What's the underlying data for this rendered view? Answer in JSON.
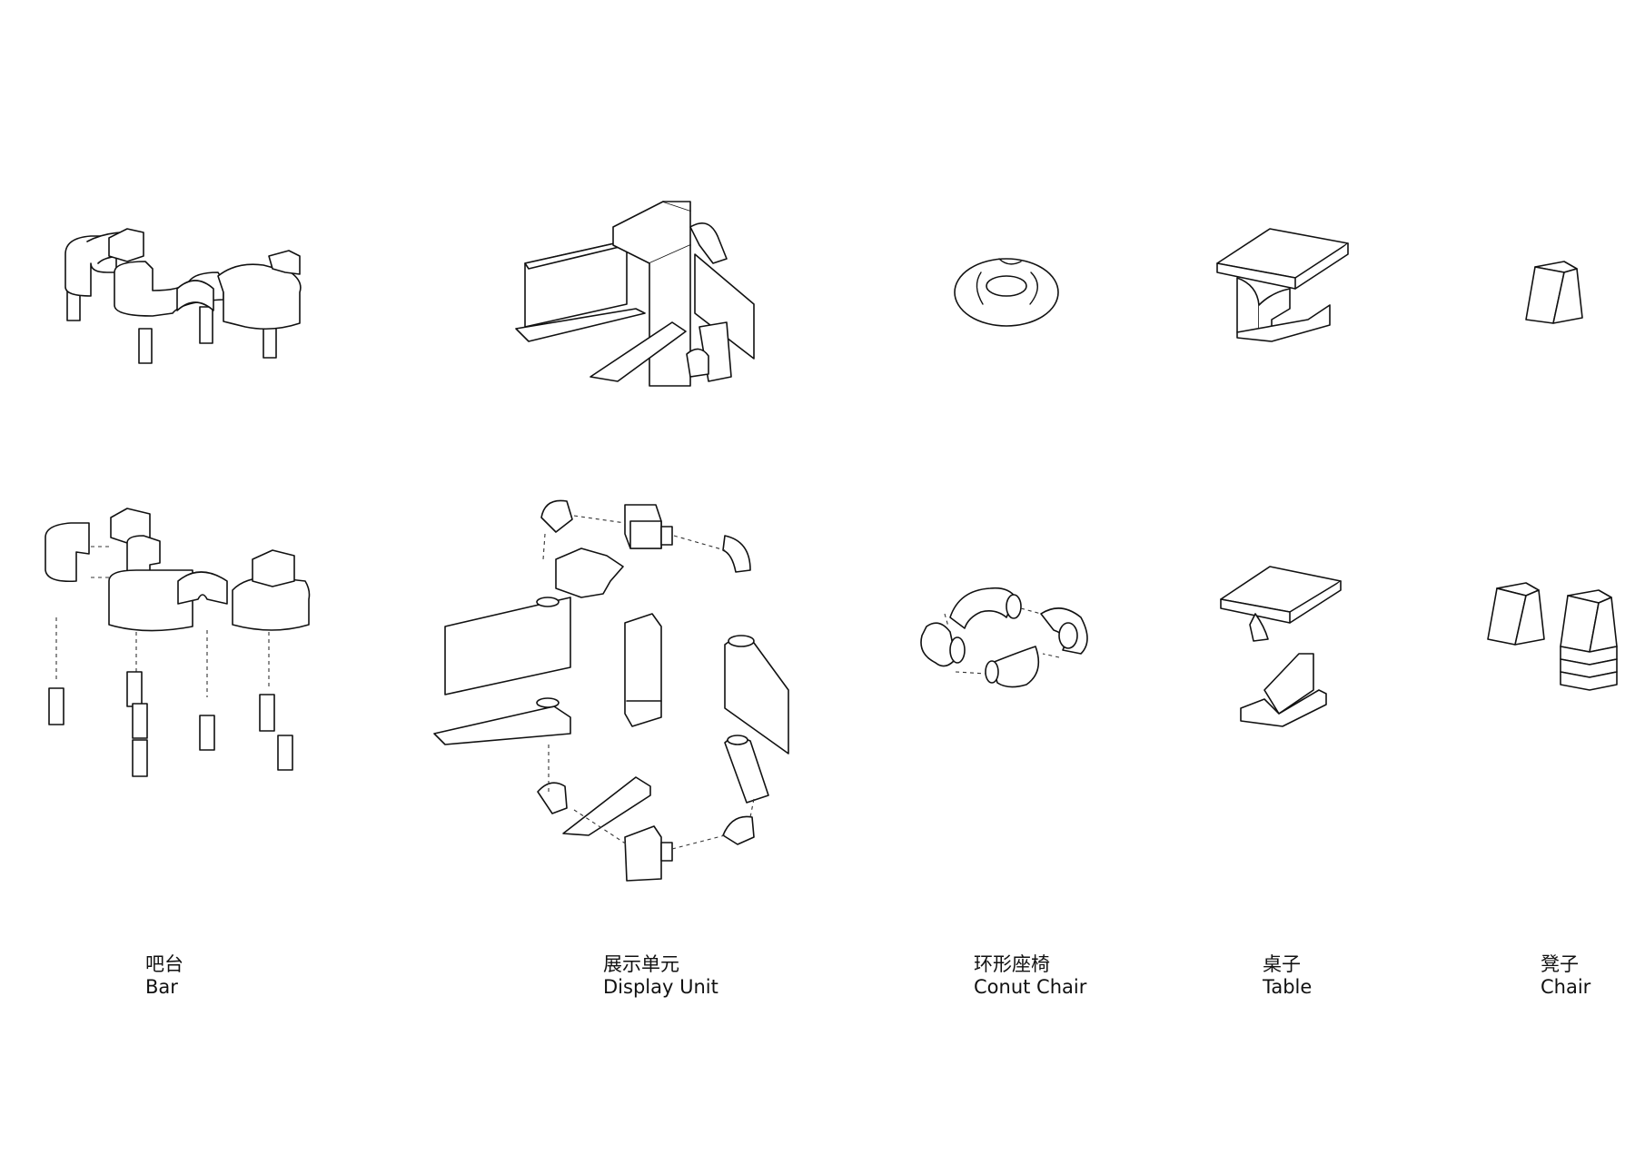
{
  "labels": [
    {
      "zh": "吧台",
      "en": "Bar"
    },
    {
      "zh": "展示单元",
      "en": "Display Unit"
    },
    {
      "zh": "环形座椅",
      "en": "Conut Chair"
    },
    {
      "zh": "桌子",
      "en": "Table"
    },
    {
      "zh": "凳子",
      "en": "Chair"
    }
  ],
  "colors": {
    "line": "#111111",
    "background": "#ffffff"
  }
}
